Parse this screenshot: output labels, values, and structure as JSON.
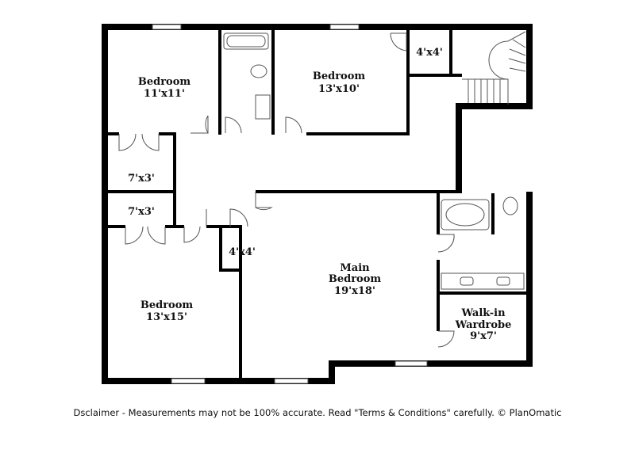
{
  "rooms": {
    "bedroom_nw": {
      "name": "Bedroom",
      "size": "11'x11'"
    },
    "bedroom_n": {
      "name": "Bedroom",
      "size": "13'x10'"
    },
    "closet_ne": {
      "size": "4'x4'"
    },
    "closet_w1": {
      "size": "7'x3'"
    },
    "closet_w2": {
      "size": "7'x3'"
    },
    "closet_mid": {
      "size": "4'x4'"
    },
    "main_bedroom": {
      "name1": "Main",
      "name2": "Bedroom",
      "size": "19'x18'"
    },
    "walkin": {
      "name1": "Walk-in",
      "name2": "Wardrobe",
      "size": "9'x7'"
    },
    "bedroom_sw": {
      "name": "Bedroom",
      "size": "13'x15'"
    }
  },
  "disclaimer": "Dsclaimer - Measurements may not be 100% accurate. Read \"Terms & Conditions\" carefully. © PlanOmatic"
}
